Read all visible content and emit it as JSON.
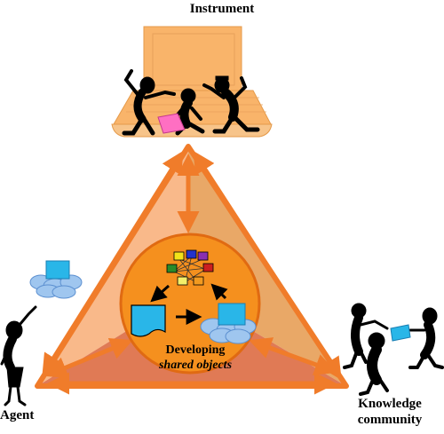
{
  "nodes": {
    "instrument": "Instrument",
    "agent": "Agent",
    "knowledge_community_line1": "Knowledge",
    "knowledge_community_line2": "community"
  },
  "center": {
    "line1": "Developing",
    "line2": "shared objects"
  },
  "colors": {
    "triangle_left": "#f9b98a",
    "triangle_right": "#e9a867",
    "triangle_bottom": "#e07a55",
    "triangle_edge": "#f07c2a",
    "center_circle": "#f5901e",
    "arrow": "#f07c2a",
    "laptop": "#f9b46a",
    "doc_blue": "#29b6e8",
    "cloud": "#9fc6ef",
    "figure": "#000000"
  },
  "icons": [
    "laptop-icon",
    "people-figures-icon",
    "network-icon",
    "document-icon",
    "cloud-icon",
    "pointing-woman-icon",
    "group-figures-icon"
  ]
}
